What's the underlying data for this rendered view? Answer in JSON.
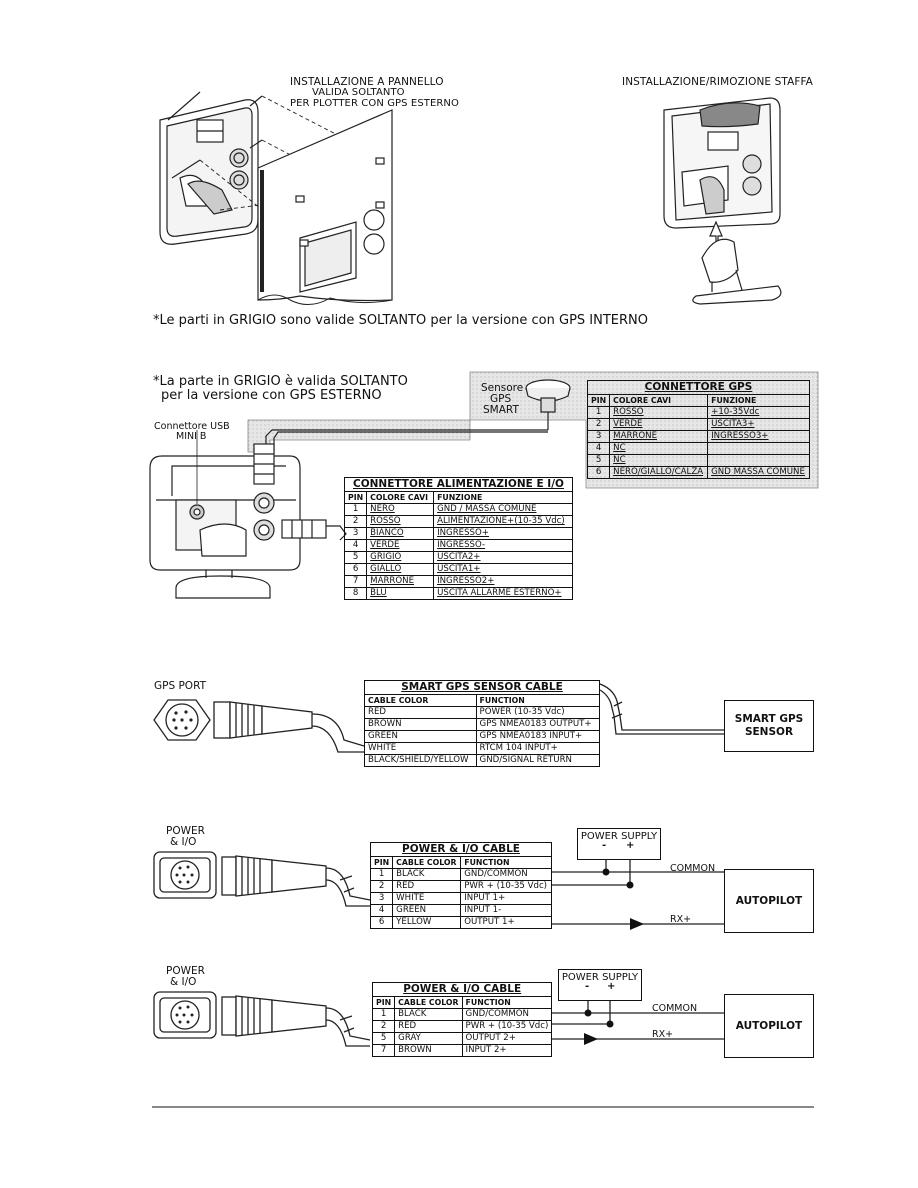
{
  "top_left_caption": {
    "line1": "INSTALLAZIONE A PANNELLO",
    "line2": "VALIDA SOLTANTO",
    "line3": "PER PLOTTER CON GPS ESTERNO"
  },
  "top_right_caption": "INSTALLAZIONE/RIMOZIONE STAFFA",
  "note_internal": "*Le parti in GRIGIO sono valide SOLTANTO per la versione con GPS INTERNO",
  "note_external": {
    "line1": "*La parte in GRIGIO è valida SOLTANTO",
    "line2": "per la versione con GPS ESTERNO"
  },
  "usb_label": {
    "line1": "Connettore USB",
    "line2": "MINI B"
  },
  "sensor_label": {
    "line1": "Sensore",
    "line2": "GPS",
    "line3": "SMART"
  },
  "gps_connector_table": {
    "title": "CONNETTORE GPS",
    "headers": [
      "PIN",
      "COLORE CAVI",
      "FUNZIONE"
    ],
    "rows": [
      [
        "1",
        "ROSSO",
        "+10-35Vdc"
      ],
      [
        "2",
        "VERDE",
        "USCITA3+"
      ],
      [
        "3",
        "MARRONE",
        "INGRESSO3+"
      ],
      [
        "4",
        "NC",
        ""
      ],
      [
        "5",
        "NC",
        ""
      ],
      [
        "6",
        "NERO/GIALLO/CALZA",
        "GND MASSA COMUNE"
      ]
    ]
  },
  "power_io_connector_table": {
    "title": "CONNETTORE ALIMENTAZIONE E I/O",
    "headers": [
      "PIN",
      "COLORE CAVI",
      "FUNZIONE"
    ],
    "rows": [
      [
        "1",
        "NERO",
        "GND / MASSA COMUNE"
      ],
      [
        "2",
        "ROSSO",
        "ALIMENTAZIONE+(10-35 Vdc)"
      ],
      [
        "3",
        "BIANCO",
        "INGRESSO+"
      ],
      [
        "4",
        "VERDE",
        "INGRESSO-"
      ],
      [
        "5",
        "GRIGIO",
        "USCITA2+"
      ],
      [
        "6",
        "GIALLO",
        "USCITA1+"
      ],
      [
        "7",
        "MARRONE",
        "INGRESSO2+"
      ],
      [
        "8",
        "BLU",
        "USCITA ALLARME ESTERNO+"
      ]
    ]
  },
  "gps_port_label": "GPS PORT",
  "smart_gps_table": {
    "title": "SMART GPS SENSOR CABLE",
    "headers": [
      "CABLE COLOR",
      "FUNCTION"
    ],
    "rows": [
      [
        "RED",
        "POWER (10-35 Vdc)"
      ],
      [
        "BROWN",
        "GPS NMEA0183 OUTPUT+"
      ],
      [
        "GREEN",
        "GPS NMEA0183 INPUT+"
      ],
      [
        "WHITE",
        "RTCM 104 INPUT+"
      ],
      [
        "BLACK/SHIELD/YELLOW",
        "GND/SIGNAL RETURN"
      ]
    ]
  },
  "smart_gps_box": {
    "line1": "SMART GPS",
    "line2": "SENSOR"
  },
  "power_io_label": {
    "line1": "POWER",
    "line2": "& I/O"
  },
  "power_cable_1": {
    "title": "POWER & I/O CABLE",
    "headers": [
      "PIN",
      "CABLE COLOR",
      "FUNCTION"
    ],
    "rows": [
      [
        "1",
        "BLACK",
        "GND/COMMON"
      ],
      [
        "2",
        "RED",
        "PWR + (10-35 Vdc)"
      ],
      [
        "3",
        "WHITE",
        "INPUT 1+"
      ],
      [
        "4",
        "GREEN",
        "INPUT 1-"
      ],
      [
        "6",
        "YELLOW",
        "OUTPUT 1+"
      ]
    ]
  },
  "power_cable_2": {
    "title": "POWER & I/O CABLE",
    "headers": [
      "PIN",
      "CABLE COLOR",
      "FUNCTION"
    ],
    "rows": [
      [
        "1",
        "BLACK",
        "GND/COMMON"
      ],
      [
        "2",
        "RED",
        "PWR + (10-35 Vdc)"
      ],
      [
        "5",
        "GRAY",
        "OUTPUT 2+"
      ],
      [
        "7",
        "BROWN",
        "INPUT 2+"
      ]
    ]
  },
  "power_supply": {
    "title": "POWER SUPPLY",
    "minus": "-",
    "plus": "+"
  },
  "autopilot_label": "AUTOPILOT",
  "common_label": "COMMON",
  "rx_label": "RX+"
}
